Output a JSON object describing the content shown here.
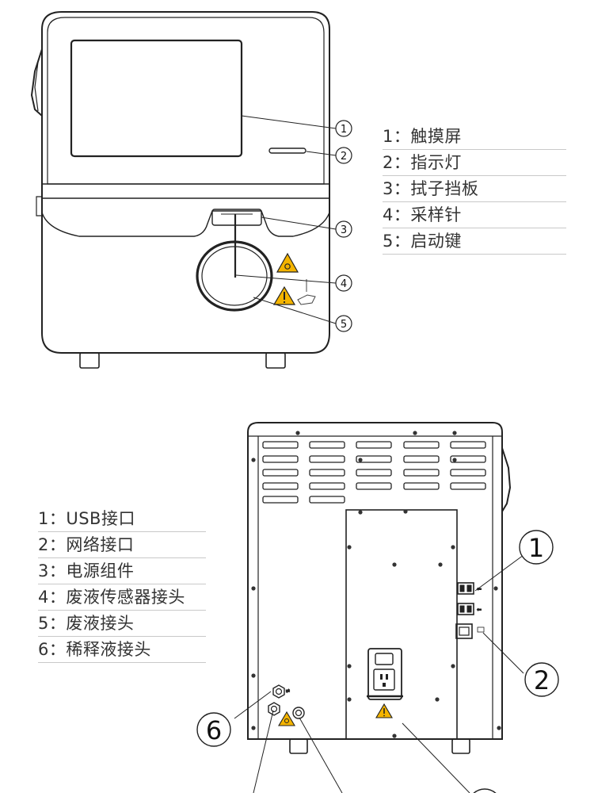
{
  "front_view": {
    "legend": [
      {
        "num": "1",
        "text": "1：触摸屏"
      },
      {
        "num": "2",
        "text": "2：指示灯"
      },
      {
        "num": "3",
        "text": "3：拭子挡板"
      },
      {
        "num": "4",
        "text": "4：采样针"
      },
      {
        "num": "5",
        "text": "5：启动键"
      }
    ]
  },
  "back_view": {
    "legend": [
      {
        "num": "1",
        "text": "1：USB接口"
      },
      {
        "num": "2",
        "text": "2：网络接口"
      },
      {
        "num": "3",
        "text": "3：电源组件"
      },
      {
        "num": "4",
        "text": "4：废液传感器接头"
      },
      {
        "num": "5",
        "text": "5：废液接头"
      },
      {
        "num": "6",
        "text": "6：稀释液接头"
      }
    ],
    "callout_labels": [
      "1",
      "2",
      "6"
    ]
  }
}
